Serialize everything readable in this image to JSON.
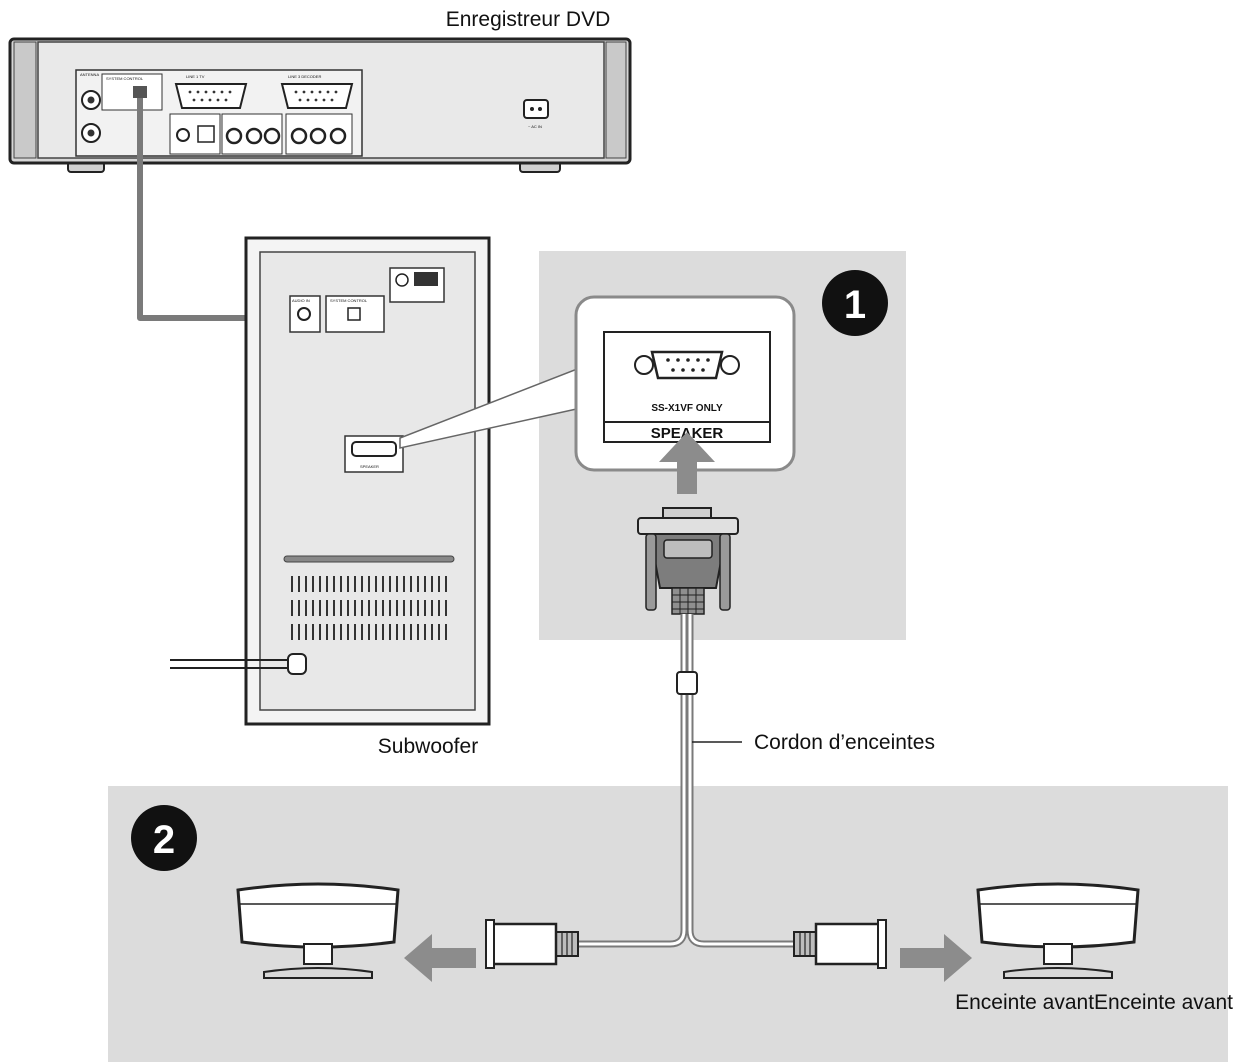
{
  "labels": {
    "dvd_recorder": "Enregistreur DVD",
    "subwoofer": "Subwoofer",
    "speaker_cord": "Cordon d’enceintes",
    "front_speakers": "Enceinte avantEnceinte avant"
  },
  "steps": {
    "step1": "1",
    "step2": "2"
  },
  "connector_panel": {
    "model_text": "SS-X1VF ONLY",
    "port_label": "SPEAKER"
  },
  "recorder_panel": {
    "antenna": "ANTENNA",
    "system_control": "SYSTEM CONTROL",
    "line1": "LINE 1 TV",
    "line3": "LINE 3 DECODER",
    "power": "~ AC IN"
  },
  "subwoofer_panel": {
    "audio_in": "AUDIO IN",
    "system_control": "SYSTEM CONTROL",
    "speaker": "SPEAKER"
  },
  "colors": {
    "panel_bg": "#dcdcdc",
    "device_fill": "#eaeaea",
    "outline": "#222222",
    "arrow": "#8c8c8c",
    "badge": "#111111",
    "cable": "#7a7a7a"
  },
  "icons": [
    "step-1-badge",
    "step-2-badge",
    "arrow-up-icon",
    "arrow-left-icon",
    "arrow-right-icon",
    "d-sub-connector-icon"
  ]
}
